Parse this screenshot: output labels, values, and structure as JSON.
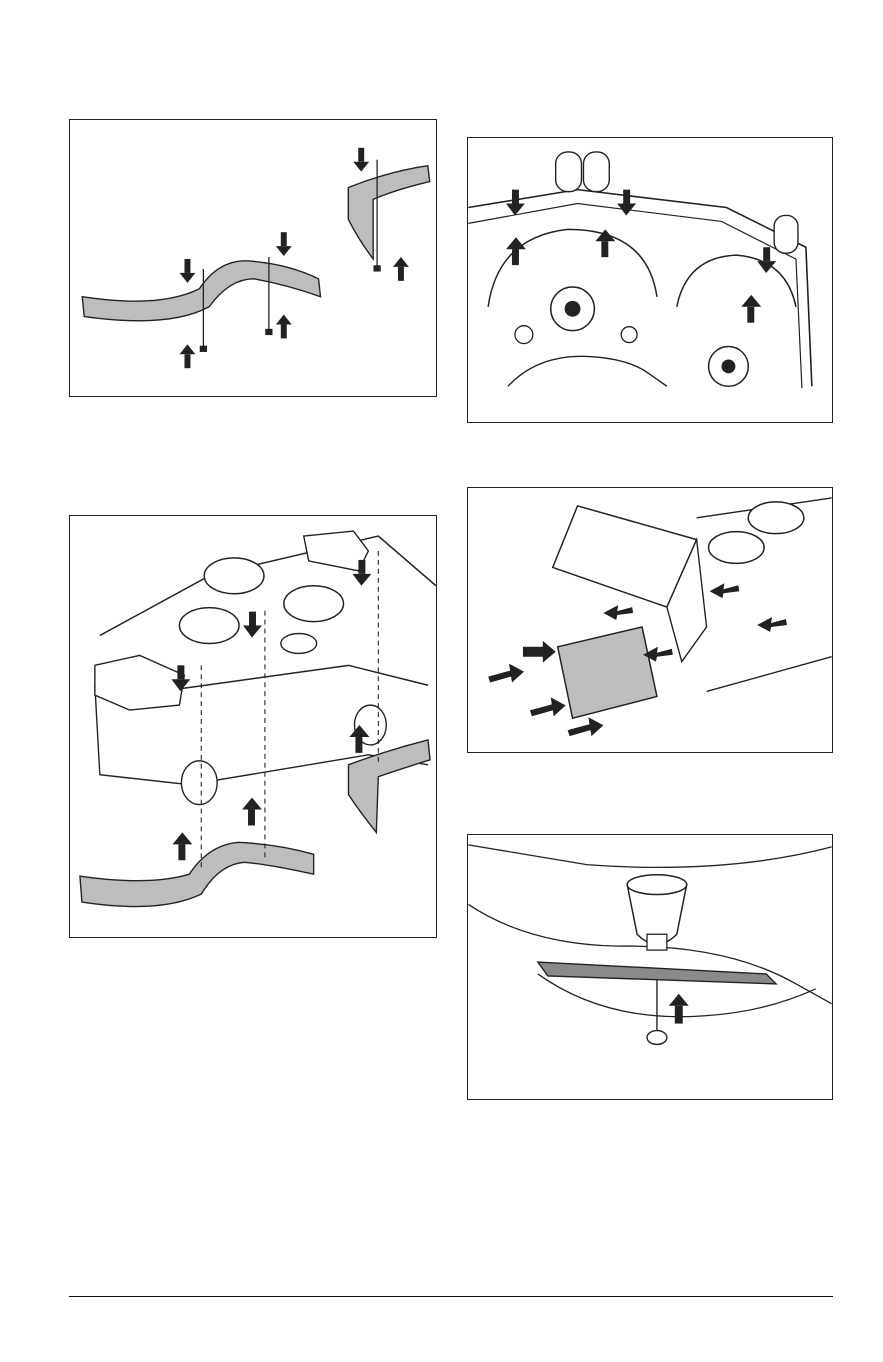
{
  "page": {
    "figures": [
      {
        "id": "fig1",
        "subject": "baffle-removal-bolts"
      },
      {
        "id": "fig2",
        "subject": "deck-top-bolt-points"
      },
      {
        "id": "fig3",
        "subject": "deck-baffle-assembly"
      },
      {
        "id": "fig4",
        "subject": "discharge-chute-deflector"
      },
      {
        "id": "fig5",
        "subject": "blade-and-spindle"
      }
    ],
    "footer": {
      "text": ""
    },
    "colors": {
      "line": "#222222",
      "part_fill": "#bdbdbd",
      "paper": "#ffffff"
    }
  }
}
